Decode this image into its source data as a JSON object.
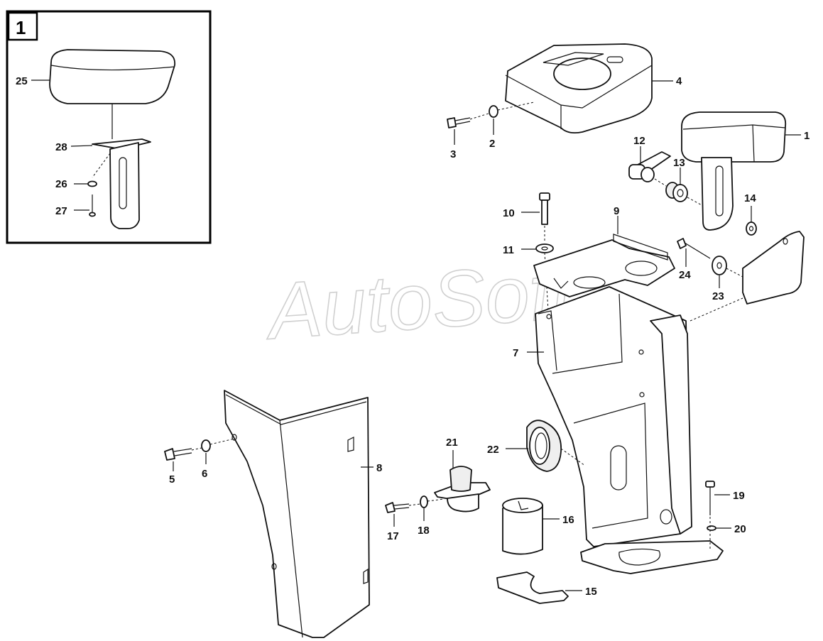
{
  "inset": {
    "number": "1",
    "callouts": [
      {
        "label": "25",
        "part": "headrest-cushion"
      },
      {
        "label": "28",
        "part": "headrest-bracket"
      },
      {
        "label": "26",
        "part": "washer"
      },
      {
        "label": "27",
        "part": "bolt"
      }
    ]
  },
  "watermark": "AutoSoft",
  "callouts": [
    {
      "label": "1",
      "part": "armrest"
    },
    {
      "label": "2",
      "part": "washer"
    },
    {
      "label": "3",
      "part": "screw"
    },
    {
      "label": "4",
      "part": "console-top-cover"
    },
    {
      "label": "5",
      "part": "bolt"
    },
    {
      "label": "6",
      "part": "washer"
    },
    {
      "label": "7",
      "part": "console-housing"
    },
    {
      "label": "8",
      "part": "side-panel"
    },
    {
      "label": "9",
      "part": "mounting-plate"
    },
    {
      "label": "10",
      "part": "bolt"
    },
    {
      "label": "11",
      "part": "washer"
    },
    {
      "label": "12",
      "part": "armrest-hinge-bracket"
    },
    {
      "label": "13",
      "part": "bushing"
    },
    {
      "label": "14",
      "part": "washer"
    },
    {
      "label": "15",
      "part": "base-plate"
    },
    {
      "label": "16",
      "part": "sleeve"
    },
    {
      "label": "17",
      "part": "screw"
    },
    {
      "label": "18",
      "part": "washer"
    },
    {
      "label": "19",
      "part": "bolt"
    },
    {
      "label": "20",
      "part": "washer"
    },
    {
      "label": "21",
      "part": "clamp"
    },
    {
      "label": "22",
      "part": "grommet"
    },
    {
      "label": "23",
      "part": "washer"
    },
    {
      "label": "24",
      "part": "screw"
    }
  ]
}
